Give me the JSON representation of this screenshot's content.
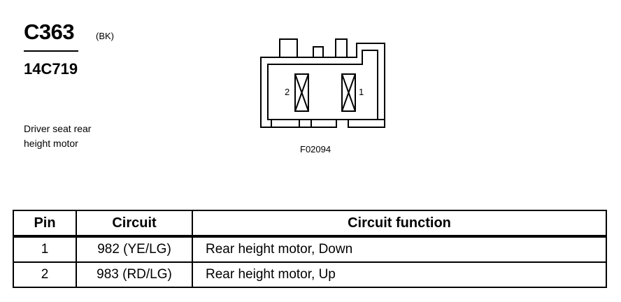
{
  "connector": {
    "id": "C363",
    "color": "(BK)",
    "part_number": "14C719",
    "description_lines": [
      "Driver seat rear",
      "height motor"
    ]
  },
  "diagram": {
    "figure_id": "F02094",
    "pin_labels": [
      "2",
      "1"
    ]
  },
  "table": {
    "headers": [
      "Pin",
      "Circuit",
      "Circuit function"
    ],
    "rows": [
      {
        "pin": "1",
        "circuit": "982 (YE/LG)",
        "function": "Rear height motor, Down"
      },
      {
        "pin": "2",
        "circuit": "983 (RD/LG)",
        "function": "Rear height motor, Up"
      }
    ]
  }
}
